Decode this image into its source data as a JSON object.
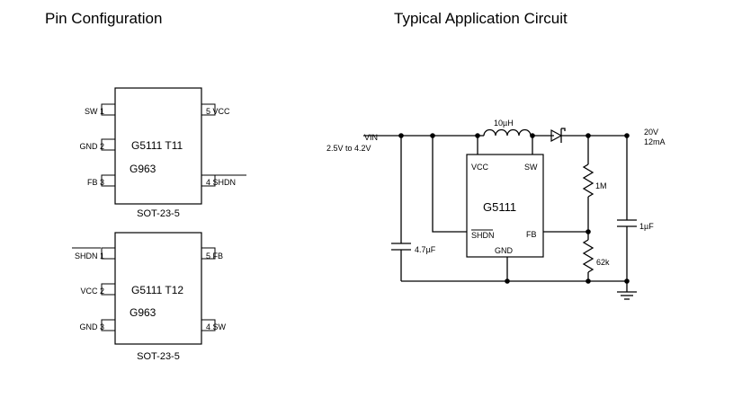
{
  "titles": {
    "pin_config": "Pin Configuration",
    "app_circuit": "Typical Application Circuit"
  },
  "package_a": {
    "left_pins": [
      "SW 1",
      "GND 2",
      "FB 3"
    ],
    "right_pins": [
      "5 VCC",
      "4 SHDN"
    ],
    "marking": "G5111 T11",
    "marking2": "G963",
    "caption": "SOT-23-5"
  },
  "package_b": {
    "left_pins": [
      "SHDN 1",
      "VCC 2",
      "GND 3"
    ],
    "right_pins": [
      "5 FB",
      "4 SW"
    ],
    "marking": "G5111 T12",
    "marking2": "G963",
    "caption": "SOT-23-5"
  },
  "circuit": {
    "vin_label": "VIN",
    "vin_range": "2.5V to 4.2V",
    "inductor": "10µH",
    "vout": "20V",
    "iout": "12mA",
    "ic_name": "G5111",
    "pin_vcc": "VCC",
    "pin_sw": "SW",
    "pin_shdn": "SHDN",
    "pin_fb": "FB",
    "pin_gnd": "GND",
    "r_top": "1M",
    "r_bottom": "62k",
    "c_in": "4.7µF",
    "c_out": "1µF"
  }
}
